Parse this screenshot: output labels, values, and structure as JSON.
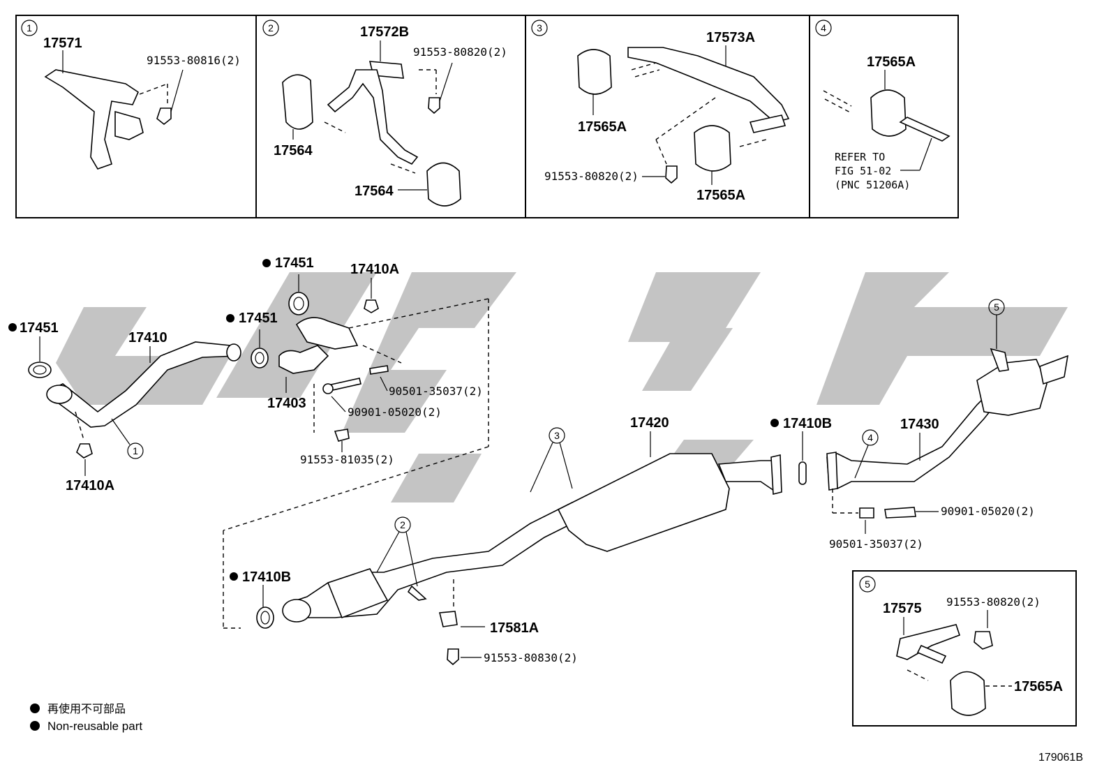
{
  "watermark": {
    "text": "ᵴᵴϟᵴ",
    "color": "#c4c4c4"
  },
  "insets": [
    {
      "n": "1",
      "main": "17571",
      "bolt": "91553-80816(2)"
    },
    {
      "n": "2",
      "main": "17572B",
      "bolt": "91553-80820(2)",
      "hanger_a": "17564",
      "hanger_b": "17564"
    },
    {
      "n": "3",
      "main": "17573A",
      "hanger_a": "17565A",
      "hanger_b": "17565A",
      "bolt": "91553-80820(2)"
    },
    {
      "n": "4",
      "hanger": "17565A",
      "refer_1": "REFER TO",
      "refer_2": "FIG 51-02",
      "refer_3": "(PNC 51206A)"
    },
    {
      "n": "5",
      "bracket": "17575",
      "bolt": "91553-80820(2)",
      "hanger": "17565A"
    }
  ],
  "labels": {
    "gasket_top1": "17451",
    "gasket_left": "17451",
    "gasket_top2": "17451",
    "nut_top": "17410A",
    "pipe_front": "17410",
    "nut_bottom": "17410A",
    "manifold_gasket": "17403",
    "spring_a": "90501-35037(2)",
    "bolt_a": "90901-05020(2)",
    "bolt_b": "91553-81035(2)",
    "center_pipe": "17420",
    "gasket_mid": "17410B",
    "tail_pipe": "17430",
    "bolt_c": "90901-05020(2)",
    "spring_b": "90501-35037(2)",
    "gasket_low": "17410B",
    "clamp": "17581A",
    "bolt_d": "91553-80830(2)"
  },
  "callouts": {
    "c1": "1",
    "c2": "2",
    "c3": "3",
    "c4": "4",
    "c5": "5"
  },
  "legend": {
    "row1": "再使用不可部品",
    "row2": "Non-reusable part"
  },
  "figure_id": "179061B"
}
